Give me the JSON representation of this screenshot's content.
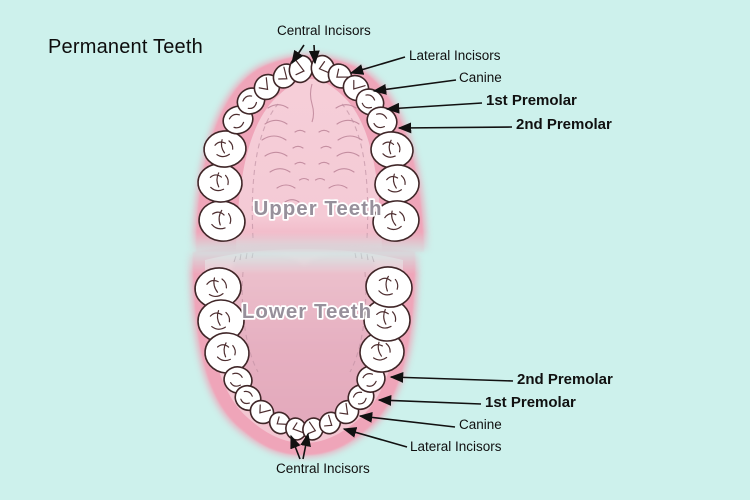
{
  "title": "Permanent Teeth",
  "upper_arch": {
    "label": "Upper Teeth"
  },
  "lower_arch": {
    "label": "Lower Teeth"
  },
  "callouts": {
    "top": {
      "central_incisors": "Central Incisors",
      "lateral_incisors": "Lateral Incisors",
      "canine": "Canine",
      "first_premolar": "1st Premolar",
      "second_premolar": "2nd Premolar"
    },
    "bottom": {
      "second_premolar": "2nd Premolar",
      "first_premolar": "1st Premolar",
      "canine": "Canine",
      "lateral_incisors": "Lateral Incisors",
      "central_incisors": "Central Incisors"
    }
  },
  "colors": {
    "background": "#cdf1ec",
    "gum_pink": "#efa5b9",
    "palate_pink": "#f4cad5",
    "tongue_pink": "#e4acbe",
    "tooth_fill": "#ffffff",
    "tooth_outline": "#402628",
    "label_text": "#111111",
    "arch_label_text": "#97909b"
  }
}
